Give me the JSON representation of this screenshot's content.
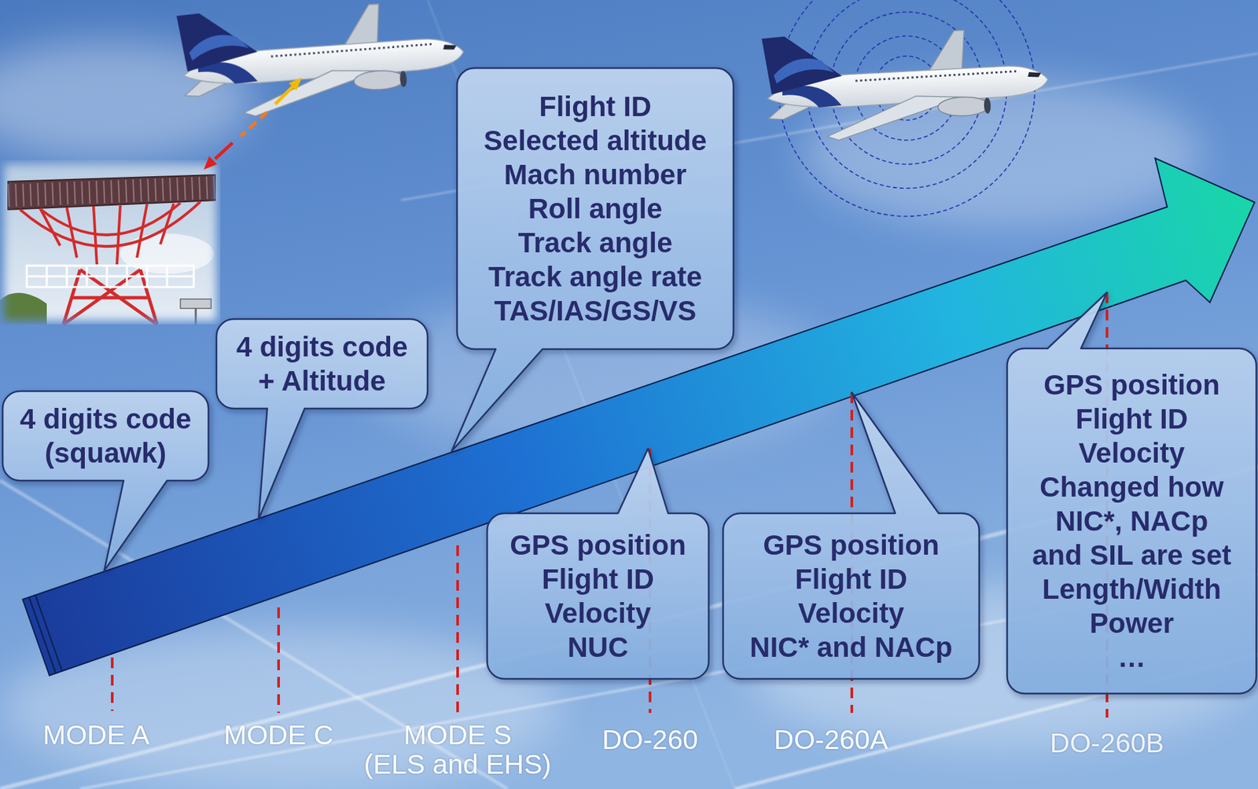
{
  "diagram": {
    "nodes": [
      {
        "text": [
          "4 digits code (squawk)"
        ]
      },
      {
        "text": [
          "4 digits code + Altitude"
        ]
      },
      {
        "text": [
          "Flight ID",
          "Selected altitude",
          "Mach number",
          "Roll angle",
          "Track angle",
          "Track angle rate",
          "TAS/IAS/GS/VS"
        ]
      },
      {
        "text": [
          "GPS position",
          "Flight ID",
          "Velocity",
          "NUC"
        ]
      },
      {
        "text": [
          "GPS position",
          "Flight ID",
          "Velocity",
          "NIC* and NACp"
        ]
      },
      {
        "text": [
          "GPS position",
          "Flight ID",
          "Velocity",
          "Changed how NIC*, NACp and SIL are set",
          "Length/Width",
          "Power",
          "…"
        ]
      }
    ],
    "labels": [
      "MODE A",
      "MODE C",
      "MODE S",
      "(ELS and EHS)",
      "DO-260",
      "DO-260A",
      "DO-260B"
    ]
  }
}
